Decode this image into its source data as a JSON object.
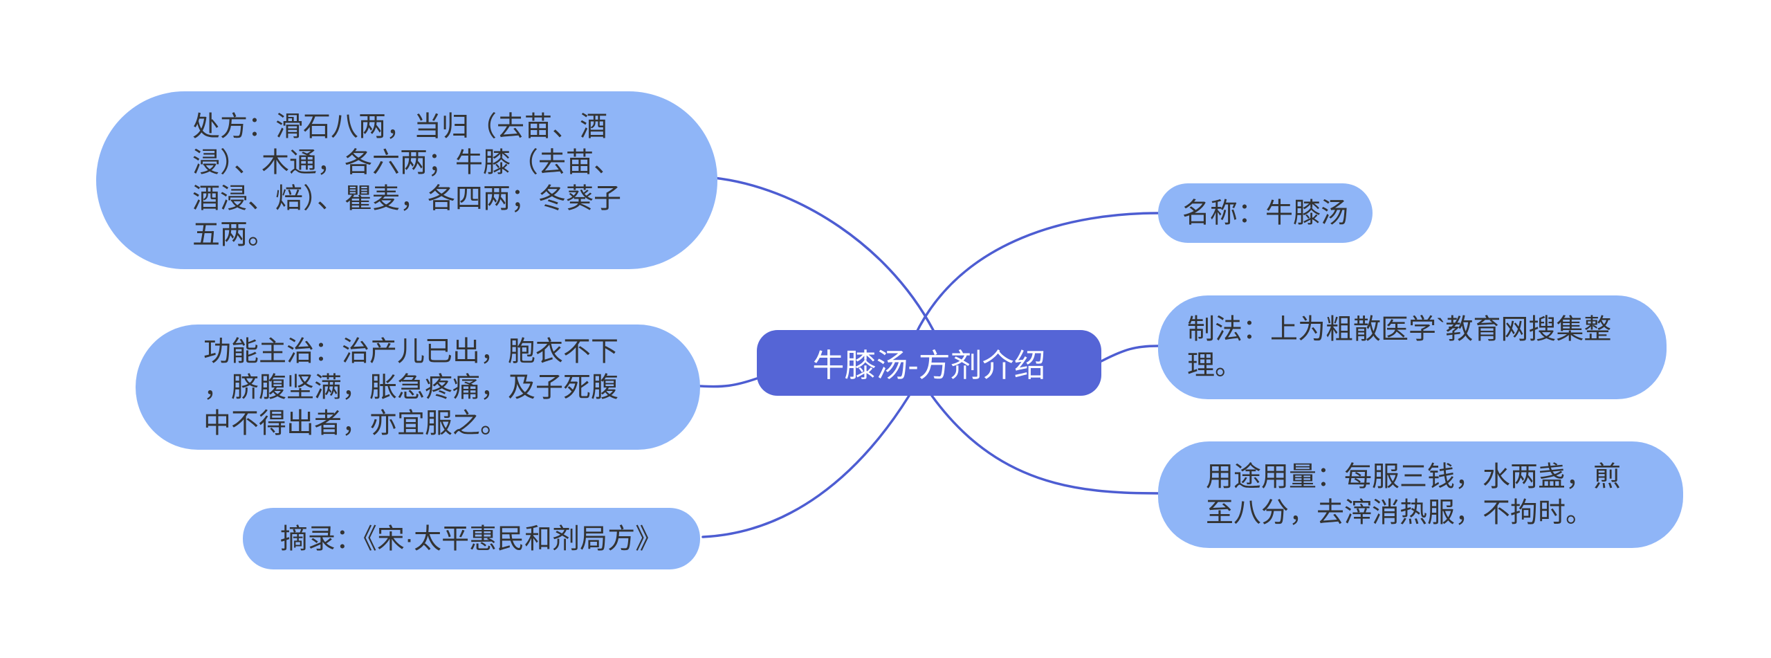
{
  "mindmap": {
    "root": {
      "label": "牛膝汤-方剂介绍"
    },
    "left_nodes": [
      {
        "id": "prescription",
        "label": "处方：滑石八两，当归（去苗、酒浸）、木通，各六两；牛膝（去苗、酒浸、焙）、瞿麦，各四两；冬葵子五两。"
      },
      {
        "id": "indications",
        "label": "功能主治：治产儿已出，胞衣不下，脐腹坚满，胀急疼痛，及子死腹中不得出者，亦宜服之。"
      },
      {
        "id": "source",
        "label": "摘录：《宋·太平惠民和剂局方》"
      }
    ],
    "right_nodes": [
      {
        "id": "name",
        "label": "名称：牛膝汤"
      },
      {
        "id": "preparation",
        "label": "制法：上为粗散医学`教育网搜集整理。"
      },
      {
        "id": "usage",
        "label": "用途用量：每服三钱，水两盏，煎至八分，去滓消热服，不拘时。"
      }
    ]
  },
  "colors": {
    "node_bg": "#8fb5f7",
    "node_text": "#333333",
    "center_bg": "#5565d6",
    "center_text": "#ffffff",
    "line": "#4d5dd2",
    "background": "#ffffff"
  }
}
